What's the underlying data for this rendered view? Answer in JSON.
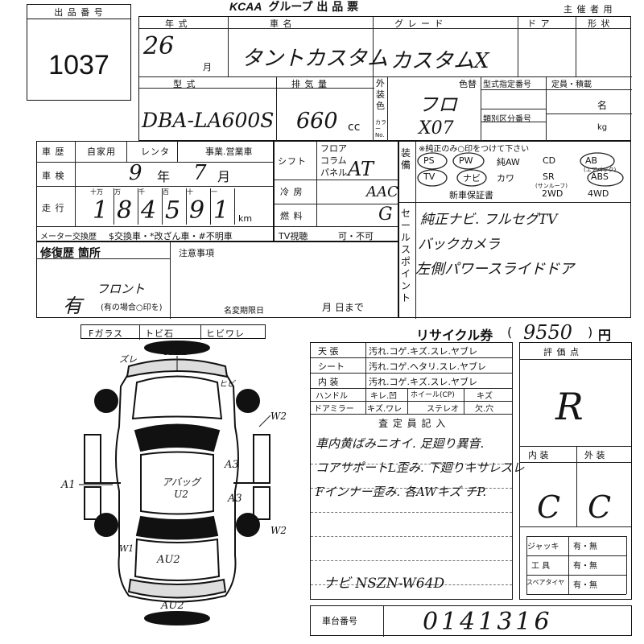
{
  "header": {
    "lot_label": "出 品 番 号",
    "lot_number": "1037",
    "brand": "KCAA",
    "title": "グループ 出 品 票",
    "organizer": "主 催 者 用"
  },
  "labels": {
    "year": "年   式",
    "month": "月",
    "car": "車          名",
    "grade": "グ レ ー ド",
    "door": "ド ア",
    "shape": "形 状",
    "model": "型          式",
    "disp": "排   気   量",
    "ext": "外装色",
    "color_no": "カラーNo.",
    "color": "色替",
    "type_spec": "型式指定番号",
    "type_class": "類別区分番号",
    "cap": "定員・積載",
    "persons": "名",
    "kg": "kg",
    "cc": "cc",
    "history": "車 歴",
    "own": "自家用",
    "rental": "レンタ",
    "business": "事業.営業車",
    "inspection": "車 検",
    "year_unit": "年",
    "month_unit": "月",
    "mileage": "走 行",
    "km": "km",
    "digits": [
      "十万",
      "万",
      "千",
      "百",
      "十",
      "一"
    ],
    "shift": "シフト",
    "floor": "フロア",
    "column": "コラム",
    "panel": "パネル",
    "aircon": "冷 房",
    "fuel": "燃 料",
    "equip": "装備",
    "equip_note": "※純正のみ○印をつけて下さい",
    "equip_row1": [
      "PS",
      "PW",
      "純AW",
      "CD",
      "AB"
    ],
    "equip_row1_note": "(エアバック)",
    "equip_row2": [
      "TV",
      "ナビ",
      "カワ",
      "SR",
      "ABS"
    ],
    "equip_row2_note": "(サンルーフ)",
    "equip_row3": [
      "新車保証書",
      "2WD",
      "4WD"
    ],
    "sale": "セールスポイント",
    "meter": "メーター交換歴",
    "meter_opts": "$交換車・*改ざん車・#不明車",
    "tv": "TV視聴",
    "tv_opts": "可・不可",
    "repair": "修復歴 箇所",
    "repair_note": "(有の場合○印を)",
    "notes": "注意事項",
    "name_change": "名変期限日",
    "until": "月    日まで",
    "recycle": "リサイクル券",
    "yen": "円",
    "score": "評 価 点",
    "interior": "内 装",
    "exterior": "外 装",
    "jack": "ジャッキ",
    "tools": "工 具",
    "spare": "スペアタイヤ",
    "presence": "有・無",
    "glass": [
      "Fガラス",
      "トビ石",
      "ヒビワレ"
    ],
    "chassis": "車台番号",
    "inspector": "査 定 員 記 入"
  },
  "cond_rows": [
    {
      "label": "天 張",
      "opts": "汚れ.コゲ.キズ.スレ.ヤブレ"
    },
    {
      "label": "シート",
      "opts": "汚れ.コゲ.ヘタリ.スレ.ヤブレ"
    },
    {
      "label": "内 装",
      "opts": "汚れ.コゲ.キズ.スレ.ヤブレ"
    }
  ],
  "cond_handle": {
    "label": "ハンドル",
    "opts": "キレ.凹",
    "wheel": "ホイール(CP)",
    "wheel_opts": "キズ"
  },
  "cond_door": {
    "label": "ドアミラー",
    "opts": "キズ.ワレ",
    "stereo": "ステレオ",
    "stereo_opts": "欠.穴"
  },
  "values": {
    "year": "26",
    "car_name": "タントカスタム",
    "grade": "カスタムX",
    "model": "DBA-LA600S",
    "displacement": "660",
    "color": "フロ",
    "color_no": "X07",
    "insp_year": "9",
    "insp_month": "7",
    "mileage": [
      "1",
      "8",
      "4",
      "5",
      "9",
      "1"
    ],
    "shift": "AT",
    "aircon": "AAC",
    "fuel": "G",
    "sales_points": [
      "純正ナビ. フルセグTV",
      "バックカメラ",
      "左側パワースライドドア"
    ],
    "repair": "有",
    "repair_hw": "フロント",
    "recycle": "9550",
    "score": "R",
    "interior": "C",
    "exterior": "C",
    "inspector_notes": [
      "車内黄ばみニオイ. 足廻り異音.",
      "コアサポートL歪み. 下廻りキサレスレ",
      "Fインナー歪み. 各AWキズ チP.",
      "",
      "ナビ  NSZN-W64D"
    ],
    "chassis": "0141316"
  },
  "diagram": {
    "marks": [
      {
        "id": "au2-top",
        "text": "AU2"
      },
      {
        "id": "zu",
        "text": "ズレ"
      },
      {
        "id": "tobi",
        "text": "ヒビ"
      },
      {
        "id": "w2-a",
        "text": "W2"
      },
      {
        "id": "a3-a",
        "text": "A3"
      },
      {
        "id": "a3-b",
        "text": "A3"
      },
      {
        "id": "w2-b",
        "text": "W2"
      },
      {
        "id": "a1",
        "text": "A1"
      },
      {
        "id": "airbag",
        "text": "アバッグ U2"
      },
      {
        "id": "w1",
        "text": "W1"
      },
      {
        "id": "au2-rear",
        "text": "AU2"
      },
      {
        "id": "au2-bottom",
        "text": "AU2"
      }
    ]
  }
}
